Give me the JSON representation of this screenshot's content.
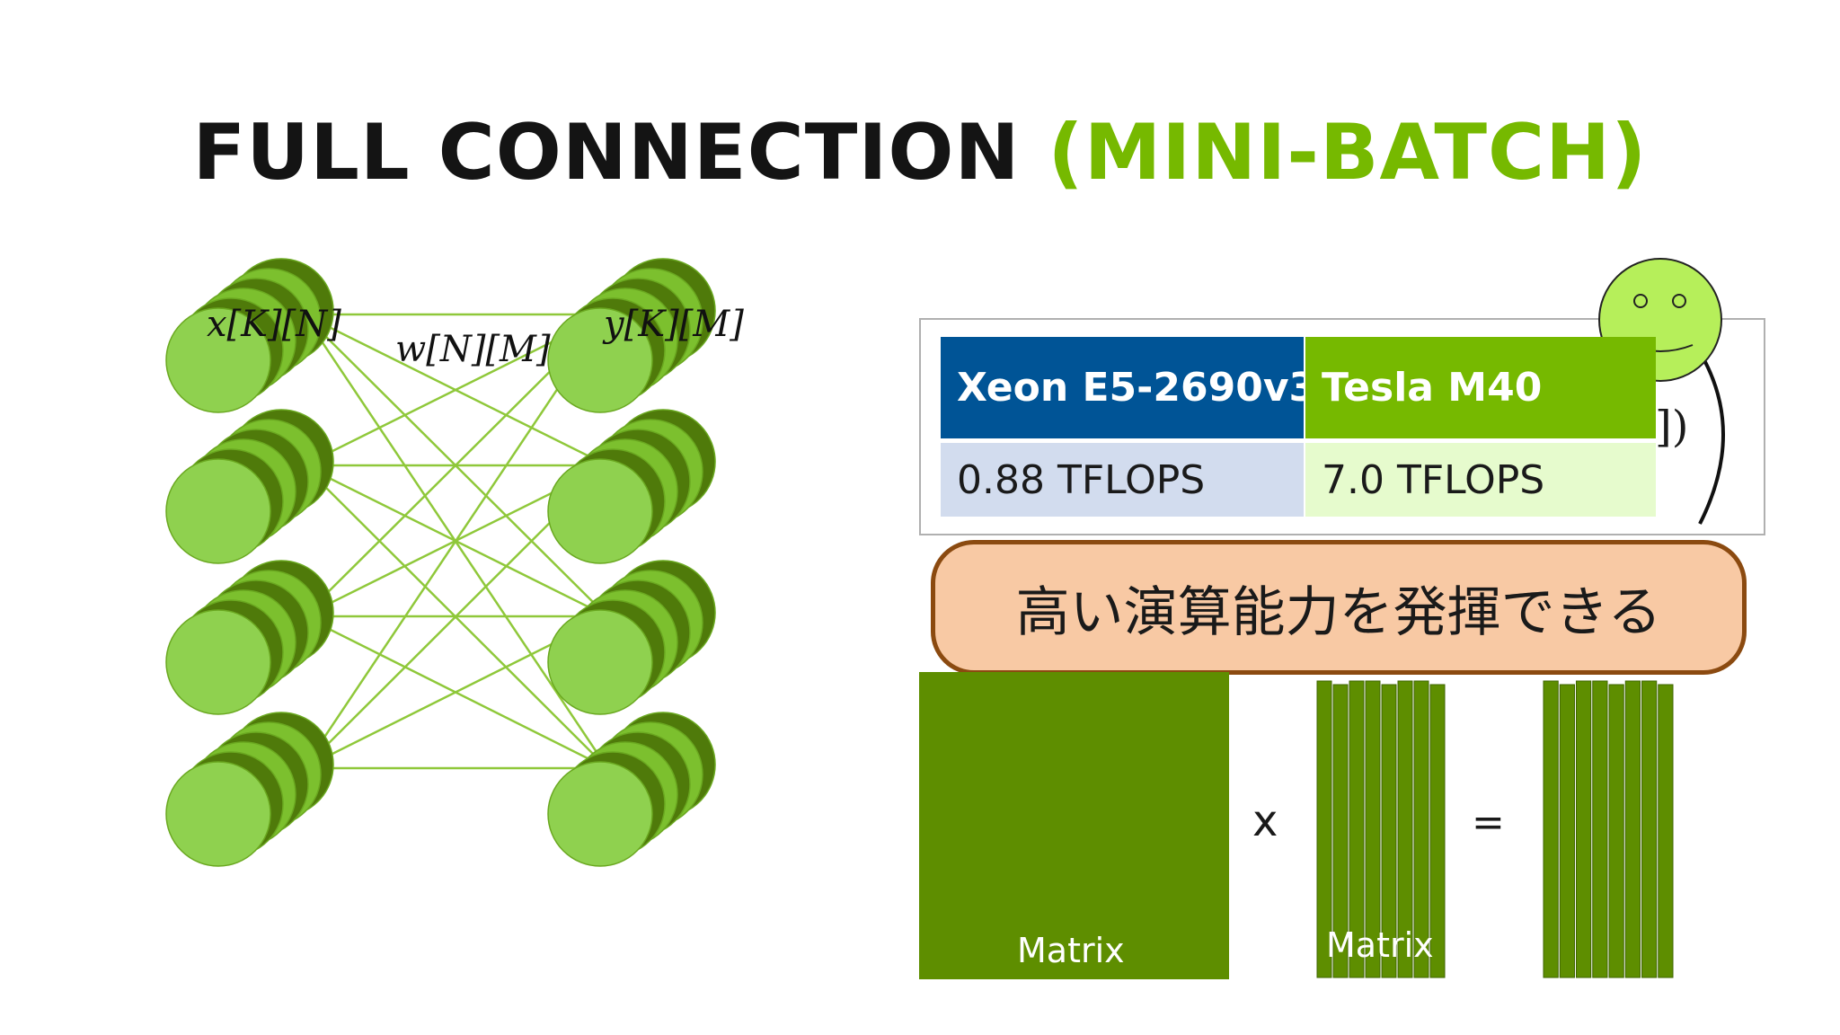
{
  "title": {
    "main": "FULL CONNECTION",
    "accent": "(MINI-BATCH)"
  },
  "network": {
    "input_label": "x[K][N]",
    "weight_label": "w[N][M]",
    "output_label": "y[K][M]"
  },
  "table": {
    "headers": [
      "Xeon E5-2690v3",
      "Tesla M40"
    ],
    "values": [
      "0.88 TFLOPS",
      "7.0 TFLOPS"
    ],
    "paren_text": "])"
  },
  "callout": {
    "text": "高い演算能力を発揮できる"
  },
  "matrix": {
    "left_label": "Matrix",
    "middle_label": "Matrix",
    "times_symbol": "x",
    "equals_symbol": "="
  },
  "icons": {
    "smiley": "smiley-face-icon"
  },
  "colors": {
    "accent_green": "#76b900",
    "node_green": "#8fd14f",
    "dark_green": "#5e8e00",
    "xeon_blue": "#005496",
    "xeon_value_bg": "#d2dcee",
    "tesla_value_bg": "#e6fbcd",
    "callout_bg": "#f8c9a4",
    "callout_border": "#8b4a10"
  }
}
